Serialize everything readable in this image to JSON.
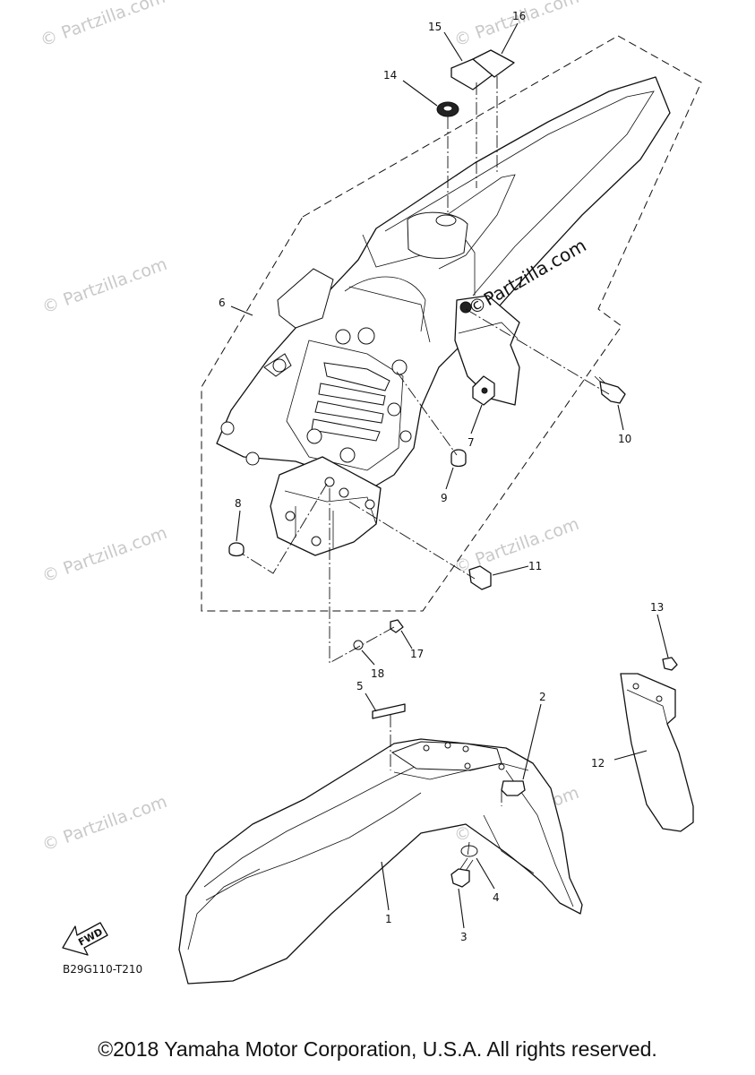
{
  "diagram": {
    "code": "B29G110-T210",
    "fwd_label": "FWD",
    "watermark": "© Partzilla.com",
    "watermark_center": "©Partzilla.com",
    "callouts": {
      "c1": "1",
      "c2": "2",
      "c3": "3",
      "c4": "4",
      "c5": "5",
      "c6": "6",
      "c7": "7",
      "c8": "8",
      "c9": "9",
      "c10": "10",
      "c11": "11",
      "c12": "12",
      "c13": "13",
      "c14": "14",
      "c15": "15",
      "c16": "16",
      "c17": "17",
      "c18": "18"
    }
  },
  "footer": {
    "copyright": "©2018 Yamaha Motor Corporation, U.S.A. All rights reserved."
  }
}
